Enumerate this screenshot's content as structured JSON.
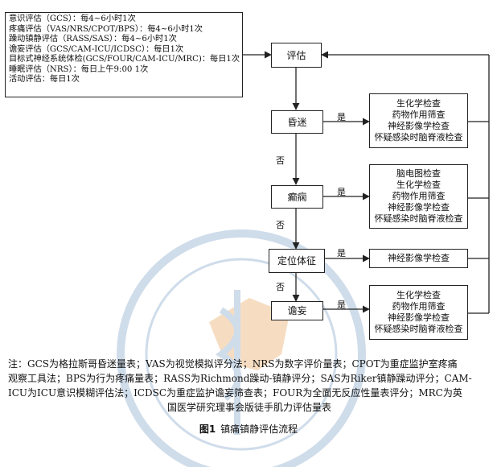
{
  "diagram": {
    "info": [
      "意识评估（GCS）：每4~6小时1次",
      "疼痛评估（VAS/NRS/CPOT/BPS）：每4~6小时1次",
      "躁动镇静评估（RASS/SAS）：每4~6小时1次",
      "谵妄评估（GCS/CAM-ICU/ICDSC）：每日1次",
      "目标式神经系统体检(GCS/FOUR/CAM-ICU/MRC)：每日1次",
      "睡眠评估（NRS）：每日上午9:00 1次",
      "活动评估：每日1次"
    ],
    "nodes": {
      "assess": "评估",
      "coma": "昏迷",
      "epilepsy": "癫痫",
      "localization": "定位体征",
      "delirium": "谵妄"
    },
    "yes": "是",
    "no": "否",
    "results": {
      "coma": [
        "生化学检查",
        "药物作用筛查",
        "神经影像学检查",
        "怀疑感染时脑脊液检查"
      ],
      "epilepsy": [
        "脑电图检查",
        "生化学检查",
        "药物作用筛查",
        "神经影像学检查",
        "怀疑感染时脑脊液检查"
      ],
      "localization": [
        "神经影像学检查"
      ],
      "delirium": [
        "生化学检查",
        "药物作用筛查",
        "神经影像学检查",
        "怀疑感染时脑脊液检查"
      ]
    }
  },
  "notes": {
    "line1": "注：GCS为格拉斯哥昏迷量表；VAS为视觉模拟评分法；NRS为数字评价量表；CPOT为重症监护室疼痛",
    "line2": "观察工具法；BPS为行为疼痛量表；RASS为Richmond躁动-镇静评分；SAS为Riker镇静躁动评分；CAM-",
    "line3": "ICU为ICU意识模糊评估法；ICDSC为重症监护谵妄筛查表；FOUR为全面无反应性量表评分；MRC为英",
    "line4": "国医学研究理事会版徒手肌力评估量表"
  },
  "caption": {
    "figure_no": "图1",
    "title": "镇痛镇静评估流程"
  },
  "colors": {
    "line": "#222222",
    "watermark_blue": "#cfdcea",
    "watermark_orange": "#f6ddc2"
  }
}
